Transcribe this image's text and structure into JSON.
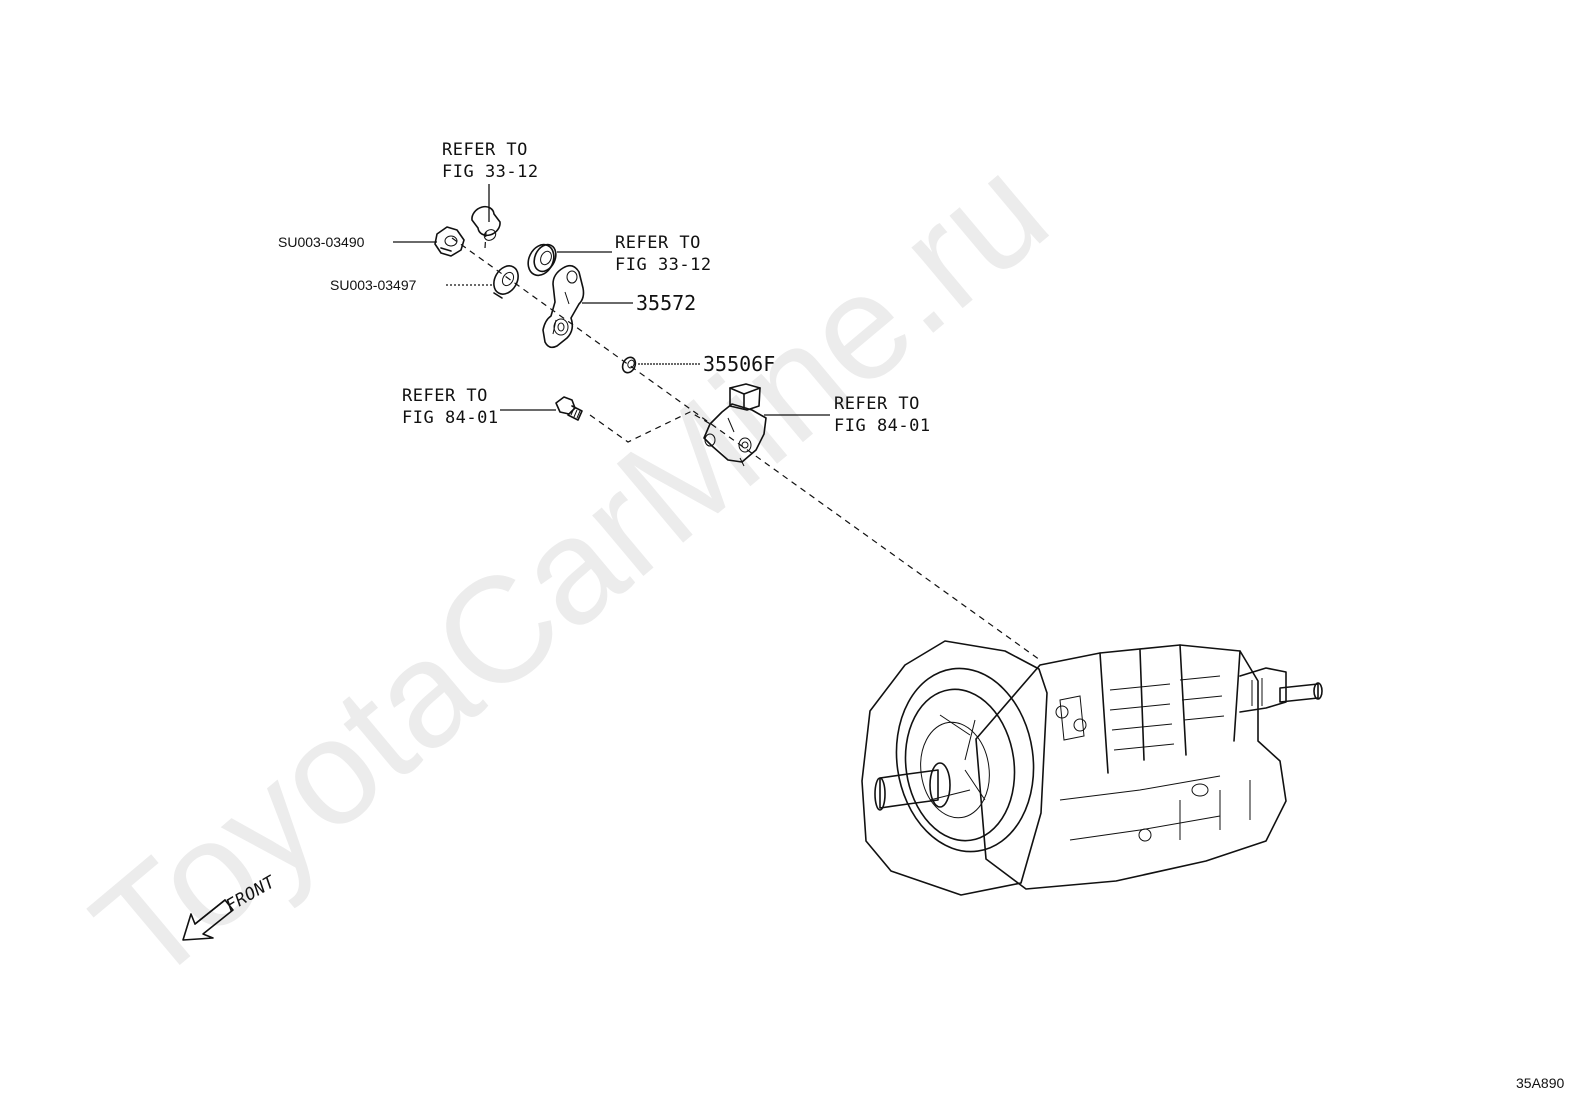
{
  "watermark": "ToyotaCarMine.ru",
  "diagram_code": "35A890",
  "front_label": "FRONT",
  "callouts": {
    "refer_top": [
      "REFER TO",
      "FIG 33-12"
    ],
    "refer_mid": [
      "REFER TO",
      "FIG 33-12"
    ],
    "refer_bolt": [
      "REFER TO",
      "FIG 84-01"
    ],
    "refer_switch": [
      "REFER TO",
      "FIG 84-01"
    ],
    "nut": "SU003-03490",
    "washer": "SU003-03497",
    "lever": "35572",
    "seal": "35506F"
  }
}
